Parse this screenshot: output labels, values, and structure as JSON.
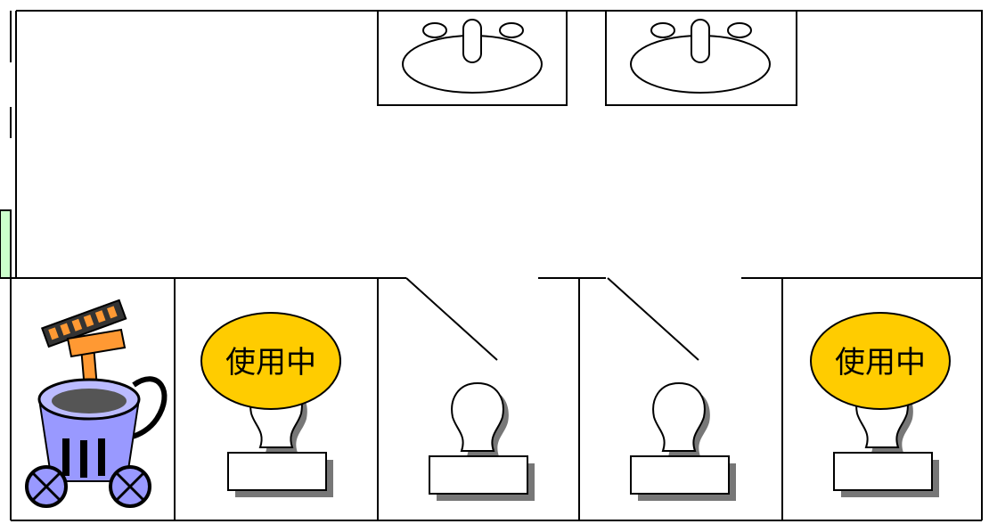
{
  "floor_plan": {
    "sinks": [
      {
        "id": "sink-1"
      },
      {
        "id": "sink-2"
      }
    ],
    "cleaning_closet": {
      "icon": "mop-bucket-cart-icon"
    },
    "stalls": [
      {
        "id": "stall-1",
        "occupied": true,
        "door_open": false
      },
      {
        "id": "stall-2",
        "occupied": false,
        "door_open": true
      },
      {
        "id": "stall-3",
        "occupied": false,
        "door_open": true
      },
      {
        "id": "stall-4",
        "occupied": true,
        "door_open": false
      }
    ],
    "occupied_label": "使用中",
    "colors": {
      "occupied_badge": "#ffcc00",
      "outline": "#000000",
      "shadow": "#777777",
      "side_panel": "#ccffcc",
      "bucket": "#9999ff",
      "mop_handle": "#ff9933"
    }
  }
}
